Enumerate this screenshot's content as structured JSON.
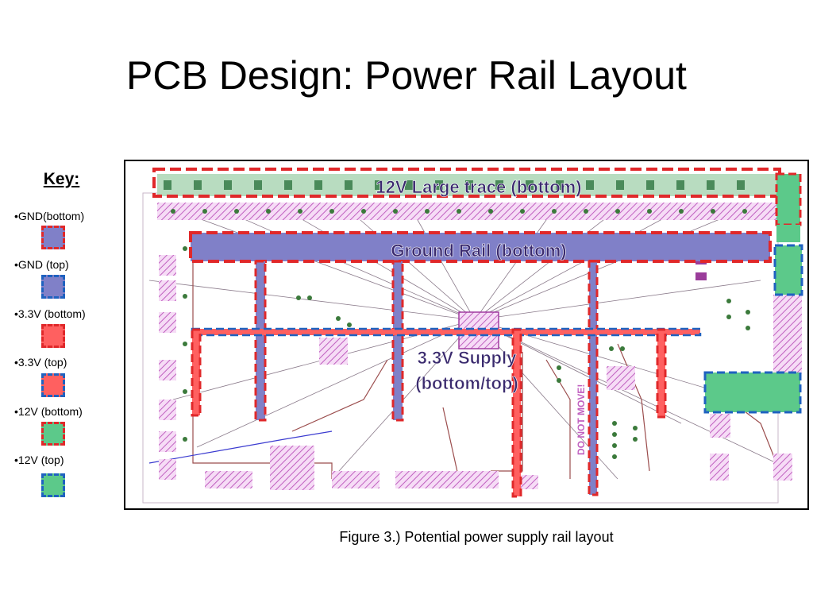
{
  "slide": {
    "title": "PCB Design: Power Rail Layout",
    "caption": "Figure 3.) Potential power supply rail layout"
  },
  "key": {
    "title": "Key:",
    "items": [
      {
        "label": "•GND(bottom)",
        "fill": "#8080c8",
        "border": "#e0282a"
      },
      {
        "label": "•GND (top)",
        "fill": "#8080c8",
        "border": "#1f62c0"
      },
      {
        "label": "•3.3V (bottom)",
        "fill": "#ff6060",
        "border": "#e0282a"
      },
      {
        "label": "•3.3V (top)",
        "fill": "#ff6060",
        "border": "#1f62c0"
      },
      {
        "label": "•12V (bottom)",
        "fill": "#5cc98a",
        "border": "#e0282a"
      },
      {
        "label": "•12V (top)",
        "fill": "#5cc98a",
        "border": "#1f62c0"
      }
    ]
  },
  "board": {
    "labels": {
      "rail_12v": "12V Large trace (bottom)",
      "ground_rail": "Ground Rail (bottom)",
      "supply_33_line1": "3.3V Supply",
      "supply_33_line2": "(bottom/top)",
      "do_not_move": "DO NOT MOVE!"
    }
  },
  "colors": {
    "gnd": "#8080c8",
    "v33": "#ff6060",
    "v12": "#5cc98a",
    "bottom_border": "#e0282a",
    "top_border": "#1f62c0",
    "label_text": "#3a2a6e",
    "silkscreen": "#c060c0",
    "trace": "#9b4d4d"
  }
}
